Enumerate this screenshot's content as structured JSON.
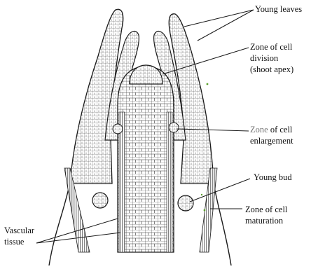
{
  "labels": {
    "young_leaves": "Young leaves",
    "division_line1": "Zone of cell",
    "division_line2": "division",
    "division_line3": "(shoot apex)",
    "enlargement_word": "Zone",
    "enlargement_rest": "of cell",
    "enlargement_line2": "enlargement",
    "young_bud": "Young bud",
    "maturation_line1": "Zone of cell",
    "maturation_line2": "maturation",
    "vascular_line1": "Vascular",
    "vascular_line2": "tissue"
  },
  "colors": {
    "ink": "#1a1a1a",
    "background": "#ffffff",
    "label_gray": "#777777",
    "green_speck": "#5aa02c"
  }
}
